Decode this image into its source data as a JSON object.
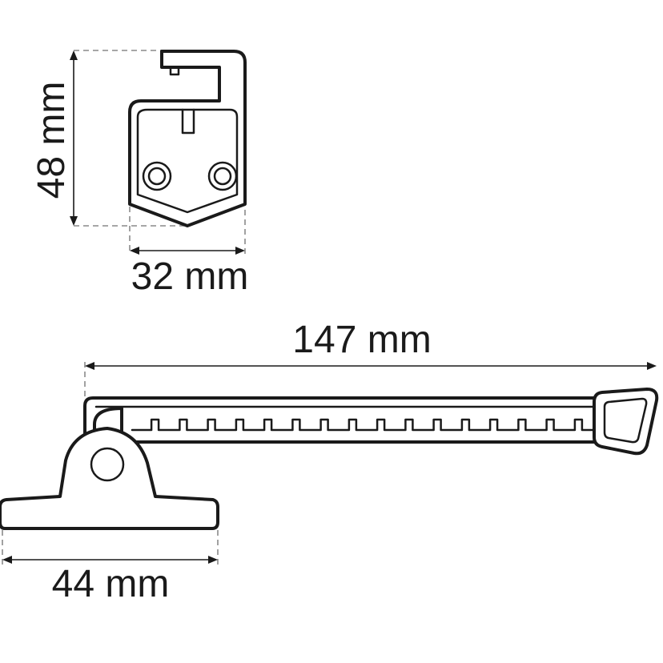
{
  "dimensions": {
    "height_label": "48 mm",
    "width_label": "32 mm",
    "length_label": "147 mm",
    "base_label": "44 mm"
  },
  "colors": {
    "line": "#1a1a1a",
    "dash": "#8a8a8a",
    "background": "#ffffff"
  },
  "stay": {
    "notch_count": 16
  }
}
